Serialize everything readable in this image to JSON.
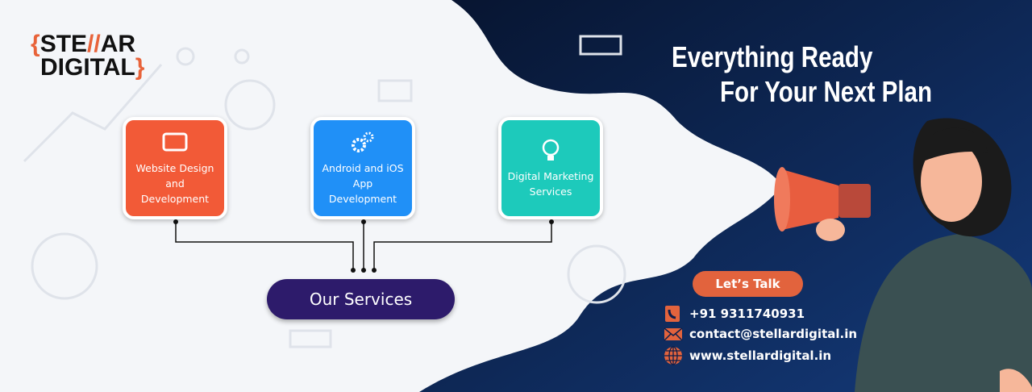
{
  "logo": {
    "line1_a": "STE",
    "line1_b": "//",
    "line1_c": "AR",
    "line2": "DIGITAL",
    "open": "{",
    "close": "}"
  },
  "services": [
    {
      "label": "Website Design and Development",
      "icon": "tablet-icon",
      "color": "#f25a37"
    },
    {
      "label": "Android and iOS App Development",
      "icon": "gears-icon",
      "color": "#2090f7"
    },
    {
      "label": "Digital Marketing Services",
      "icon": "lightbulb-icon",
      "color": "#1dcabb"
    }
  ],
  "hub_label": "Our Services",
  "headline": {
    "line1": "Everything Ready",
    "line2": "For Your Next Plan"
  },
  "cta": "Let’s Talk",
  "contacts": {
    "phone": "+91 9311740931",
    "email": "contact@stellardigital.in",
    "website": "www.stellardigital.in"
  },
  "colors": {
    "navy": "#0c1d4a",
    "accent": "#e2633d",
    "purple": "#2d1b6b"
  }
}
